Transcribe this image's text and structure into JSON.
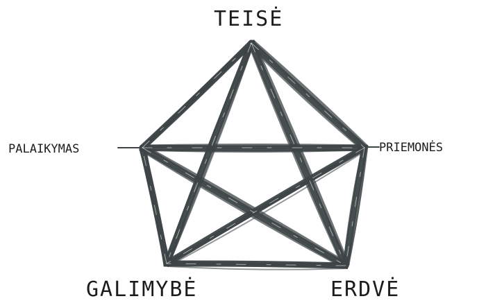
{
  "diagram": {
    "stroke_color": "#3d4446",
    "labels": {
      "top": "TEISĖ",
      "right": "PRIEMONĖS",
      "left": "PALAIKYMAS",
      "bottom_left": "GALIMYBĖ",
      "bottom_right": "ERDVĖ"
    }
  }
}
